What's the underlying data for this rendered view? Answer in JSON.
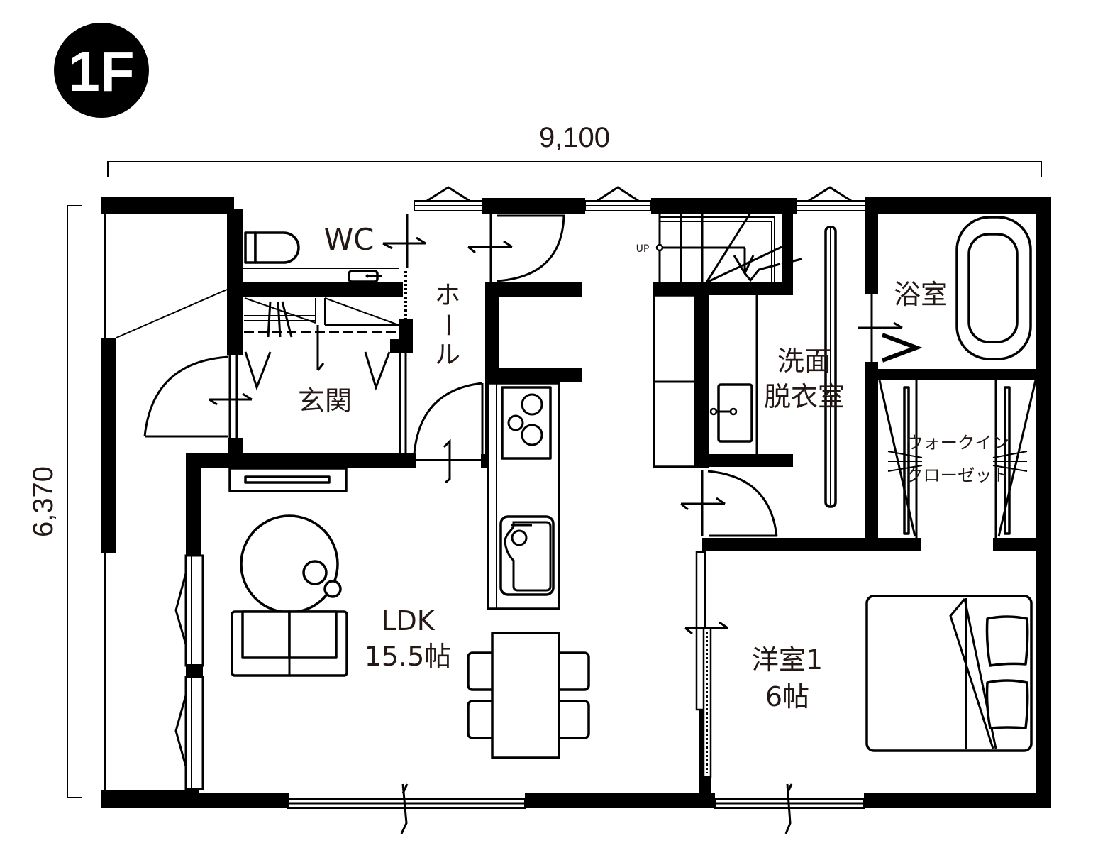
{
  "floor_badge": {
    "label": "1F",
    "color": "#000000"
  },
  "dimensions": {
    "width_label": "9,100",
    "height_label": "6,370"
  },
  "rooms": {
    "wc": "WC",
    "hall": [
      "ホ",
      "ー",
      "ル"
    ],
    "entrance": "玄関",
    "ldk_name": "LDK",
    "ldk_size": "15.5帖",
    "washroom_line1": "洗面",
    "washroom_line2": "脱衣室",
    "bath": "浴室",
    "wic_line1": "ウォークイン",
    "wic_line2": "クローゼット",
    "bedroom_name": "洋室1",
    "bedroom_size": "6帖"
  },
  "stairs": {
    "label": "UP"
  },
  "colors": {
    "wall": "#000000",
    "text": "#231815",
    "background": "#ffffff"
  }
}
